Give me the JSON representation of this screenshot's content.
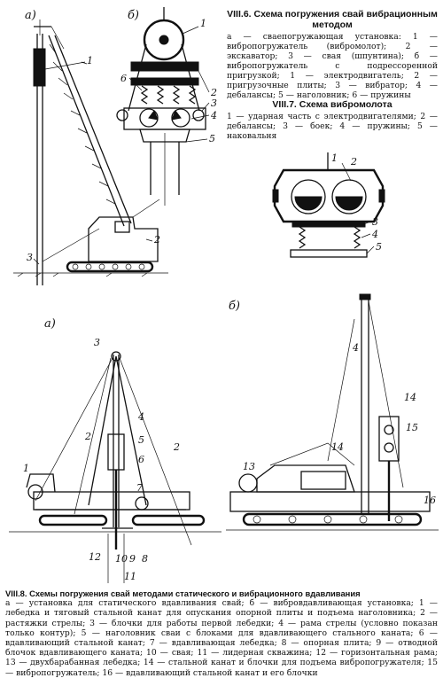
{
  "fig6": {
    "title": "VIII.6. Схема погружения свай вибрационным методом",
    "legend": "а — сваепогружающая установка: 1 — вибропогружатель (вибромолот); 2 — экскаватор; 3 — свая (шпунтина); б — вибропогружатель с подрессоренной пригрузкой; 1 — электродвигатель; 2 — пригрузочные плиты; 3 — вибратор; 4 — дебалансы; 5 — наголовник; 6 — пружины",
    "panel_a": "а)",
    "panel_b": "б)",
    "a_num1": "1",
    "a_num2": "2",
    "a_num3": "3",
    "b_num1": "1",
    "b_num2": "2",
    "b_num3": "3",
    "b_num4": "4",
    "b_num5": "5",
    "b_num6": "6"
  },
  "fig7": {
    "title": "VIII.7. Схема вибромолота",
    "legend": "1 — ударная часть с электродвигателями; 2 — дебалансы; 3 — боек; 4 — пружины; 5 — наковальня",
    "num1": "1",
    "num2": "2",
    "num3": "3",
    "num4": "4",
    "num5": "5"
  },
  "fig8": {
    "panel_a": "а)",
    "panel_b": "б)",
    "nums_a": [
      "3",
      "1",
      "2",
      "4",
      "5",
      "6",
      "7",
      "2",
      "12",
      "10",
      "9",
      "8",
      "11"
    ],
    "nums_b": [
      "4",
      "14",
      "15",
      "13",
      "14",
      "16"
    ],
    "caption_head": "VIII.8. Схемы погружения свай методами статического и вибрационного вдавливания",
    "caption": "а — установка для статического вдавливания свай; б — вибровдавливающая установка; 1 — лебедка и тяговый стальной канат для опускания опорной плиты и подъема наголовника; 2 — растяжки стрелы; 3 — блочки для работы первой лебедки; 4 — рама стрелы (условно показан только контур); 5 — наголовник сваи с блоками для вдавливающего стального каната; 6 — вдавливающий стальной канат; 7 — вдавливающая лебедка; 8 — опорная плита; 9 — отводной блочок вдавливающего каната; 10 — свая; 11 — лидерная скважина; 12 — горизонтальная рама; 13 — двухбарабанная лебедка; 14 — стальной канат и блочки для подъема вибропогружателя; 15 — вибропогружатель; 16 — вдавливающий стальной канат и его блочки"
  }
}
